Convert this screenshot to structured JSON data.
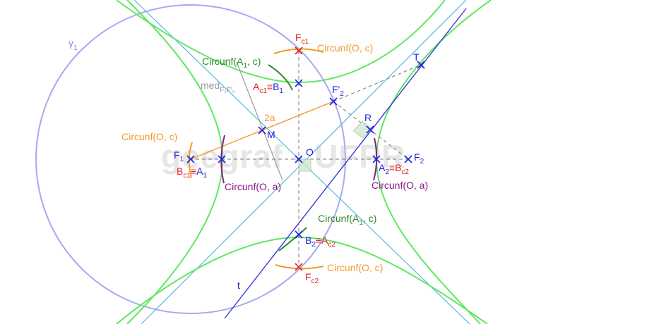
{
  "watermark": "geegraf - UFPR",
  "colors": {
    "hyperbola": "#5fe85f",
    "conjugate": "#5fe85f",
    "circle": "#a8a8f0",
    "asymptote": "#56b8e0",
    "tangent": "#3a3ad8",
    "orange": "#f39a2c",
    "darkgreen": "#2c8a2c",
    "purple": "#8a1a8a",
    "red": "#e02020",
    "blue": "#2020e0",
    "gray": "#999999"
  },
  "labels": {
    "gamma": "γ",
    "gamma_sub": "1",
    "F1": "F",
    "F1_sub": "1",
    "F2": "F",
    "F2_sub": "2",
    "F2p": "F'",
    "F2p_sub": "2",
    "Fc1": "F",
    "Fc1_sub": "c1",
    "Fc2": "F",
    "Fc2_sub": "c2",
    "O": "O",
    "M": "M",
    "R": "R",
    "T": "T",
    "t": "t",
    "two_a": "2a",
    "A1": "A",
    "A1_sub": "1",
    "Bc1": "B",
    "Bc1_sub": "c1",
    "A2": "A",
    "A2_sub": "2",
    "Bc2": "B",
    "Bc2_sub": "c2",
    "B1": "B",
    "B1_sub": "1",
    "Ac1": "A",
    "Ac1_sub": "c1",
    "B2": "B",
    "B2_sub": "2",
    "Ac2": "A",
    "Ac2_sub": "c2",
    "equiv": "≡",
    "med": "med",
    "med_sub": "F₁F'₂",
    "circ_Oc": "Circunf(O, c)",
    "circ_Oa": "Circunf(O, a)",
    "circ_A1c_pre": "Circunf(A",
    "circ_A1c_sub": "1",
    "circ_A1c_post": ", c)"
  }
}
